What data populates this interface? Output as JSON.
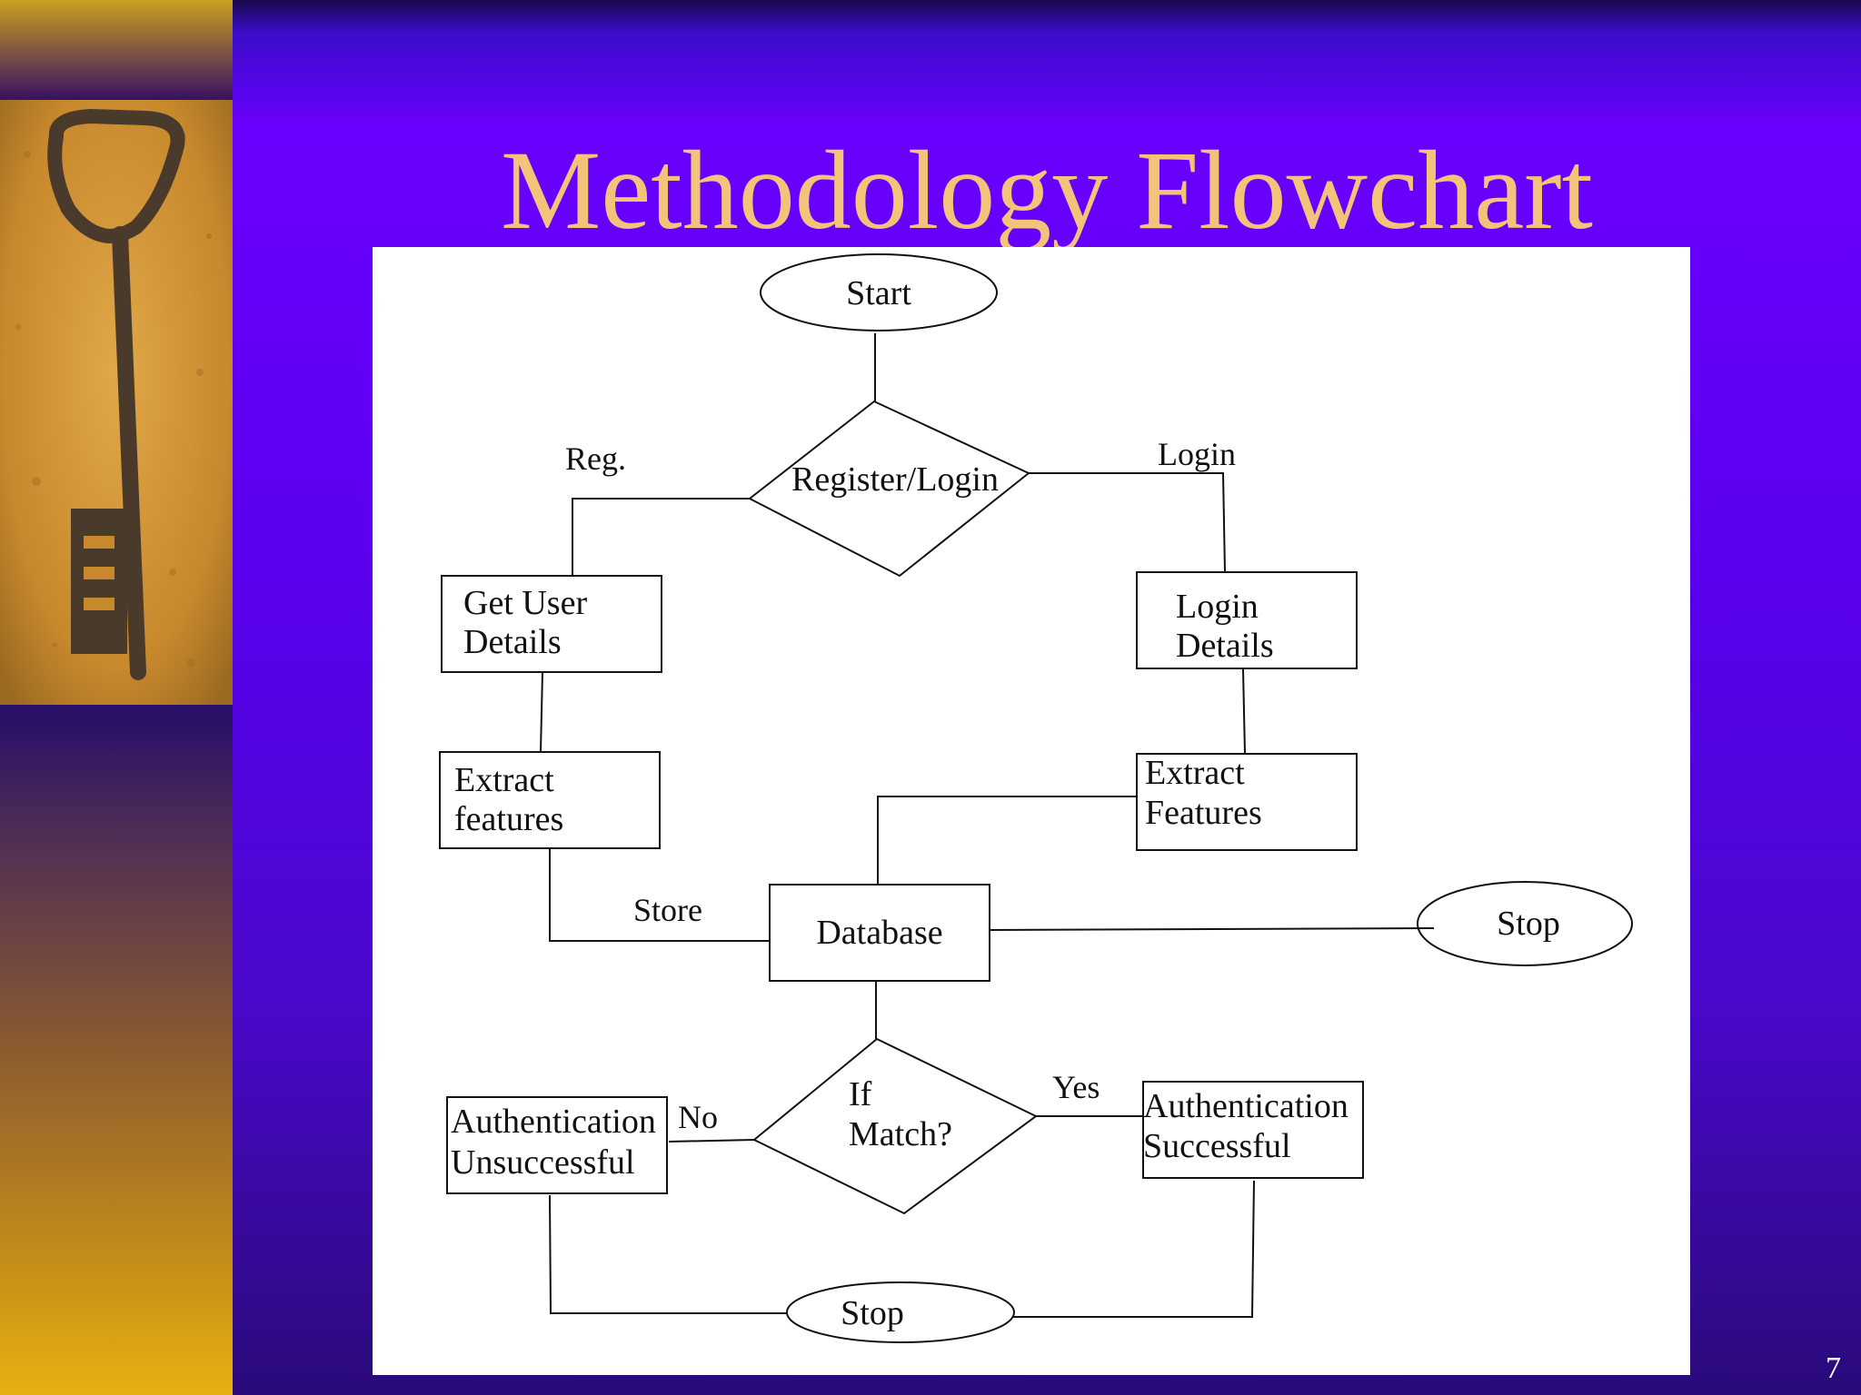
{
  "slide": {
    "title": "Methodology Flowchart",
    "page_number": "7",
    "decorative_image": "old-iron-key-on-sand-image"
  },
  "flowchart": {
    "nodes": {
      "start": "Start",
      "decision_register_login": "Register/Login",
      "get_user_details": [
        "Get User",
        "Details"
      ],
      "login_details": [
        "Login",
        "Details"
      ],
      "extract_features_left": [
        "Extract",
        "features"
      ],
      "extract_features_right": [
        "Extract",
        "Features"
      ],
      "database": "Database",
      "stop_right": "Stop",
      "decision_match": [
        "If",
        "Match?"
      ],
      "auth_unsuccessful": [
        "Authentication",
        "Unsuccessful"
      ],
      "auth_successful": [
        "Authentication",
        "Successful"
      ],
      "stop_bottom": "Stop"
    },
    "edge_labels": {
      "reg": "Reg.",
      "login": "Login",
      "store": "Store",
      "no": "No",
      "yes": "Yes"
    }
  }
}
